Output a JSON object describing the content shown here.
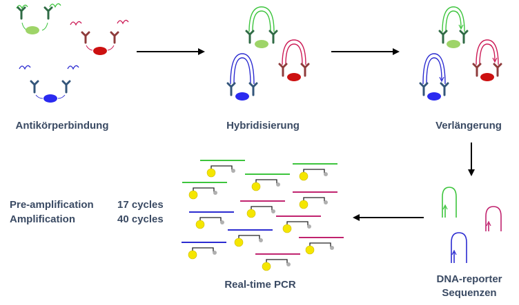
{
  "labels": {
    "step1": "Antikörperbindung",
    "step2": "Hybridisierung",
    "step3": "Verlängerung",
    "step4_line1": "DNA-reporter",
    "step4_line2": "Sequenzen",
    "step5": "Real-time  PCR"
  },
  "cycles": {
    "row1_label": "Pre-amplification",
    "row1_value": "17 cycles",
    "row2_label": "Amplification",
    "row2_value": "40 cycles"
  },
  "colors": {
    "green": "#3cc43c",
    "green_dark": "#2f6b45",
    "green_antigen": "#9ed468",
    "red": "#cc1a55",
    "red_dark": "#8e3b3b",
    "red_antigen": "#cc1010",
    "blue": "#2a2ad0",
    "blue_dark": "#33557a",
    "blue_antigen": "#2a2af0",
    "magenta": "#c0226e",
    "yellow": "#f5e600",
    "grey": "#b0b0b0",
    "text": "#3a4a63"
  }
}
